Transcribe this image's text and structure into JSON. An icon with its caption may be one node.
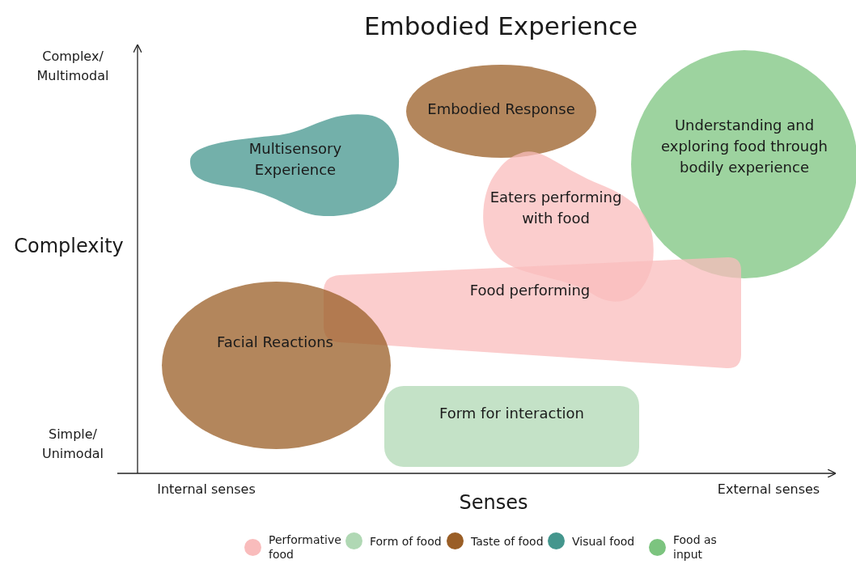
{
  "diagram": {
    "title": "Embodied Experience",
    "nodes": [
      {
        "text": [
          "Embodied Response"
        ]
      },
      {
        "text": [
          "Multisensory Experience"
        ]
      },
      {
        "text": [
          "Understanding and exploring food through bodily experience"
        ]
      },
      {
        "text": [
          "Eaters performing with food"
        ]
      },
      {
        "text": [
          "Food performing"
        ]
      },
      {
        "text": [
          "Facial Reactions"
        ]
      },
      {
        "text": [
          "Form for interaction"
        ]
      }
    ],
    "labels": [
      "Complex/ Multimodal",
      "Complexity",
      "Simple/ Unimodal",
      "Internal senses",
      "Senses",
      "External senses"
    ],
    "legend": [
      {
        "text": "Performative food",
        "color": "#f9bcbc"
      },
      {
        "text": "Form of food",
        "color": "#b0d8b4"
      },
      {
        "text": "Taste of food",
        "color": "#9a5e26"
      },
      {
        "text": "Visual food",
        "color": "#44968d"
      },
      {
        "text": "Food as input",
        "color": "#7cc47f"
      }
    ]
  }
}
